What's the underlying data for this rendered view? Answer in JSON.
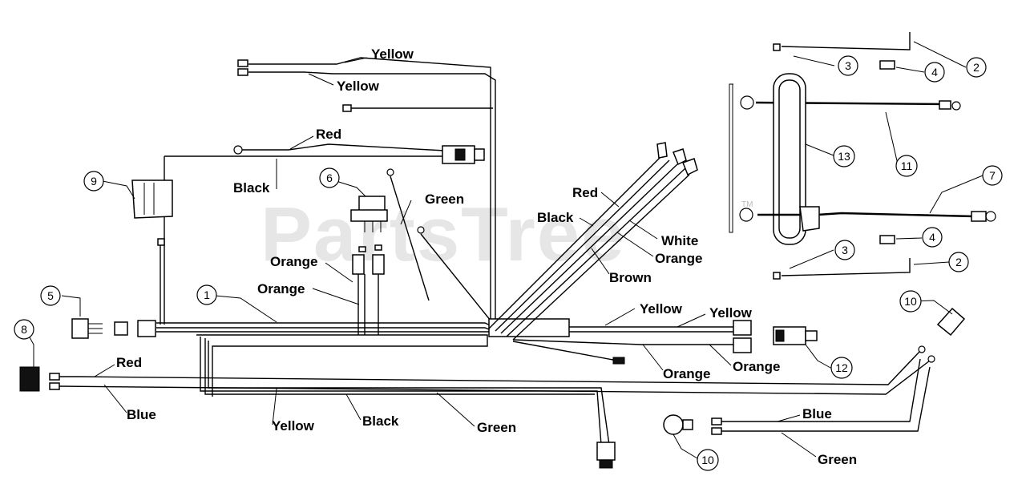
{
  "watermark": {
    "text": "PartsTree",
    "tm": "TM"
  },
  "wire_labels": {
    "yellow_top_1": "Yellow",
    "yellow_top_2": "Yellow",
    "red_top": "Red",
    "black_top": "Black",
    "green_mid": "Green",
    "orange_mid_1": "Orange",
    "orange_mid_2": "Orange",
    "red_diag": "Red",
    "black_diag": "Black",
    "white_diag": "White",
    "orange_diag": "Orange",
    "brown_diag": "Brown",
    "yellow_right_1": "Yellow",
    "yellow_right_2": "Yellow",
    "orange_right_1": "Orange",
    "orange_right_2": "Orange",
    "red_left": "Red",
    "blue_left": "Blue",
    "yellow_bottom": "Yellow",
    "black_bottom": "Black",
    "green_bottom": "Green",
    "blue_right": "Blue",
    "green_right": "Green"
  },
  "callouts": {
    "n1": "1",
    "n2a": "2",
    "n2b": "2",
    "n3a": "3",
    "n3b": "3",
    "n4a": "4",
    "n4b": "4",
    "n5": "5",
    "n6": "6",
    "n7": "7",
    "n8": "8",
    "n9": "9",
    "n10a": "10",
    "n10b": "10",
    "n11": "11",
    "n12": "12",
    "n13": "13"
  }
}
